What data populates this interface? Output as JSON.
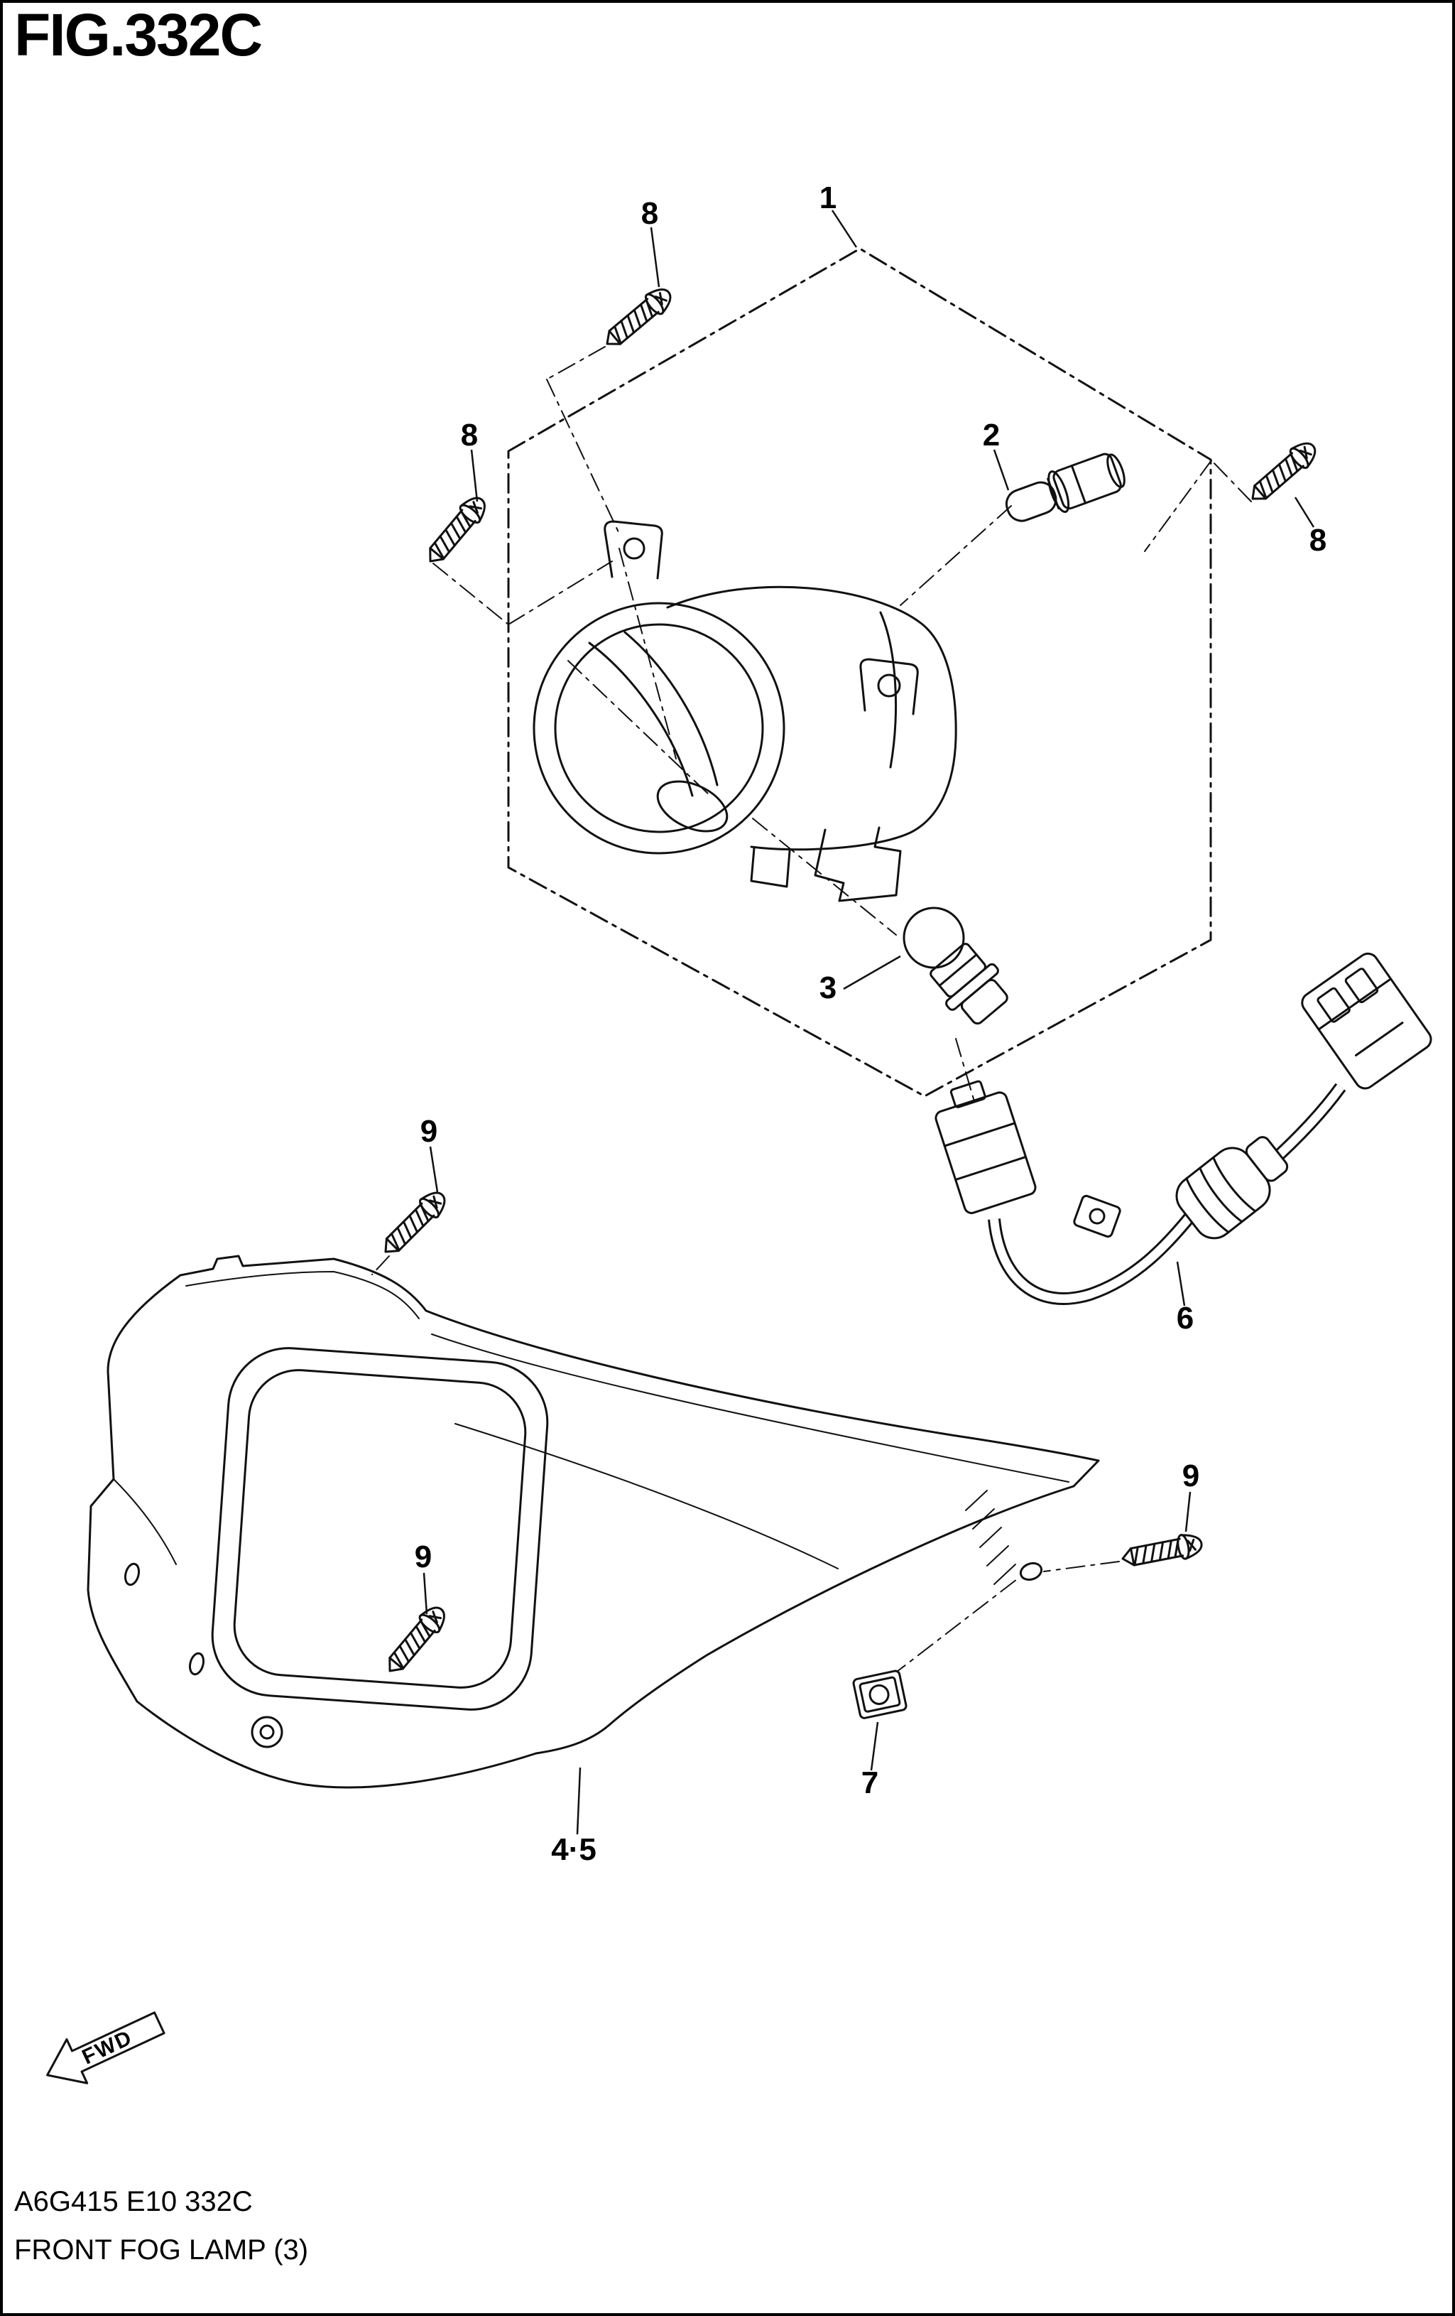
{
  "figure": {
    "title": "FIG.332C",
    "code": "A6G415 E10 332C",
    "caption": "FRONT FOG LAMP (3)",
    "direction": "FWD"
  },
  "callouts": {
    "c1": "1",
    "c2": "2",
    "c3": "3",
    "c45": "4·5",
    "c6": "6",
    "c7": "7",
    "c8a": "8",
    "c8b": "8",
    "c8c": "8",
    "c9a": "9",
    "c9b": "9",
    "c9c": "9"
  },
  "colors": {
    "ink": "#111111",
    "paper": "#ffffff"
  }
}
